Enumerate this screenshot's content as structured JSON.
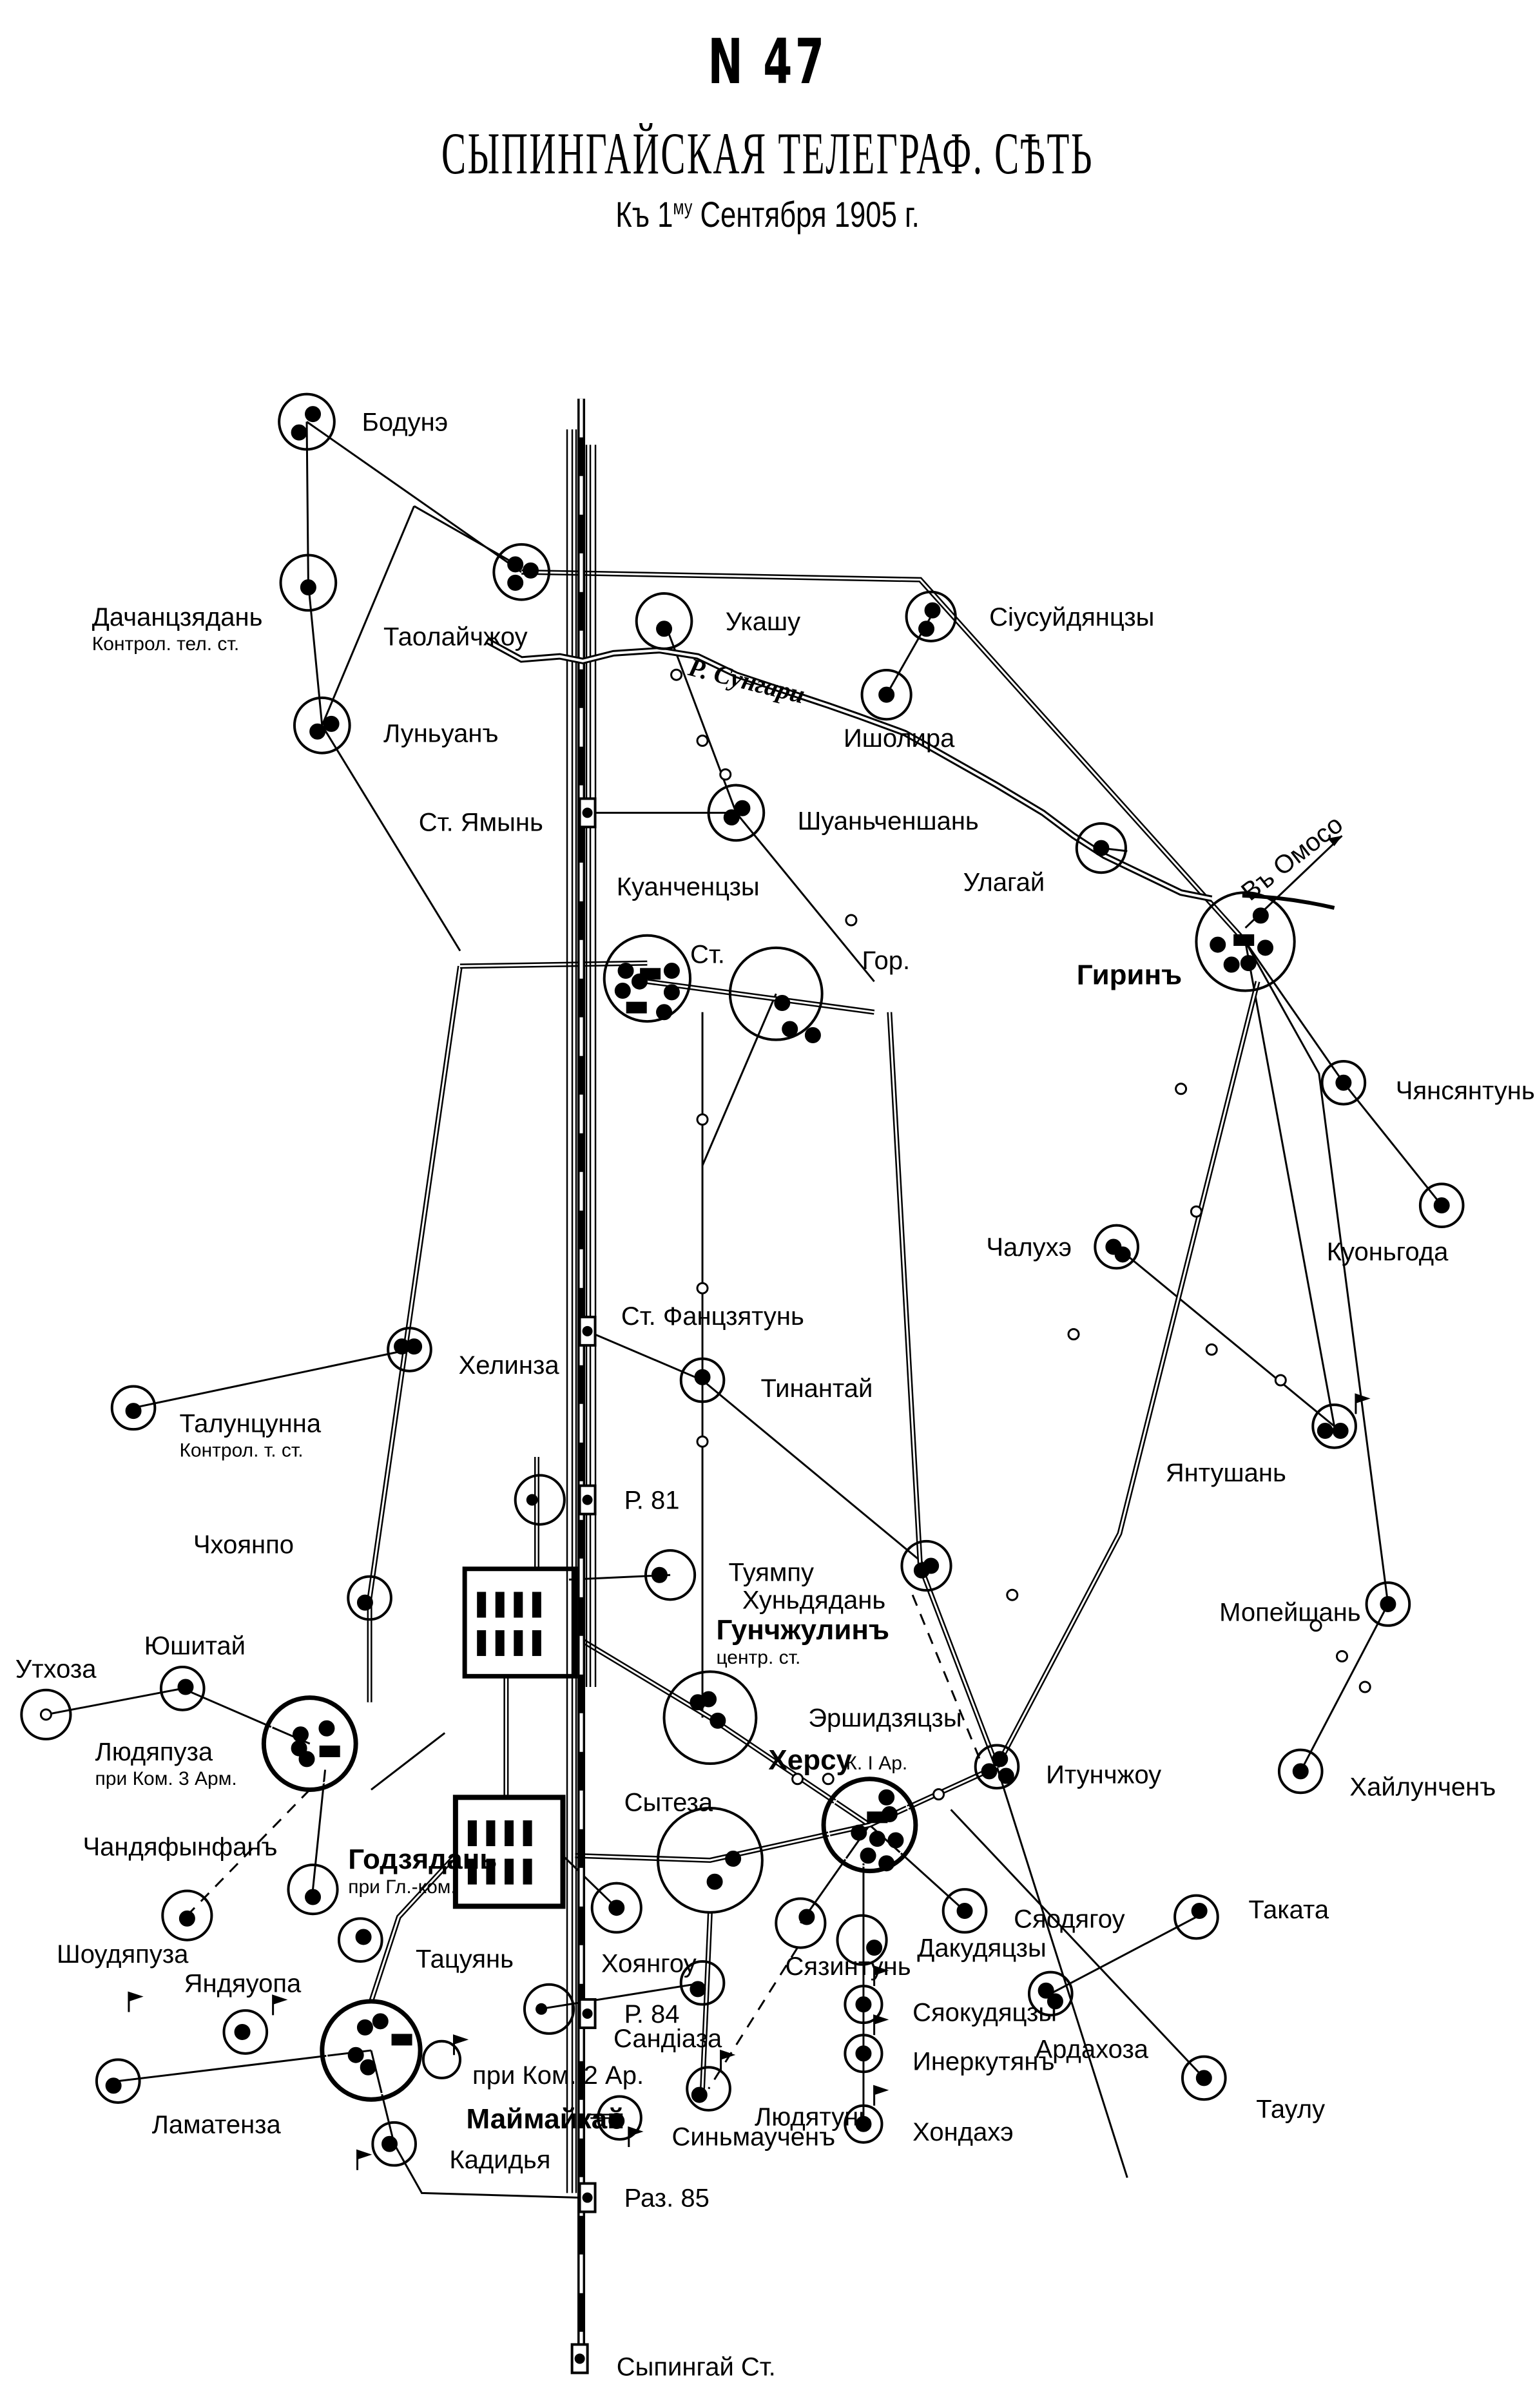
{
  "header": {
    "number": "N 47",
    "title": "СЫПИНГАЙСКАЯ ТЕЛЕГРАФ. СѢТЬ",
    "subtitle_prefix": "Къ 1",
    "subtitle_sup": "му",
    "subtitle_rest": " Сентября 1905 г."
  },
  "river": {
    "label": "Р. Сунгари"
  },
  "direction_label": "Въ Омосо",
  "stations": [
    {
      "id": "bodune",
      "name": "Бодунэ"
    },
    {
      "id": "dachan",
      "name": "Дачанцзядань",
      "sub": "Контрол. тел. ст."
    },
    {
      "id": "taolai",
      "name": "Таолайчжоу"
    },
    {
      "id": "ukashu",
      "name": "Укашу"
    },
    {
      "id": "siusu",
      "name": "Сiусуйдянцзы"
    },
    {
      "id": "isholira",
      "name": "Ишолира"
    },
    {
      "id": "lunyuan",
      "name": "Луньуанъ"
    },
    {
      "id": "yamyn",
      "name": "Ст. Ямынь"
    },
    {
      "id": "shuan",
      "name": "Шуаньченшань"
    },
    {
      "id": "ulagai",
      "name": "Улагай"
    },
    {
      "id": "girin",
      "name": "Гиринъ"
    },
    {
      "id": "kuanch",
      "name": "Куанченцзы"
    },
    {
      "id": "kuanch_st",
      "name": "Ст."
    },
    {
      "id": "kuanch_gor",
      "name": "Гор."
    },
    {
      "id": "chyans",
      "name": "Чянсянтунь"
    },
    {
      "id": "kuon",
      "name": "Куоньгода"
    },
    {
      "id": "chalukhe",
      "name": "Чалухэ"
    },
    {
      "id": "fanc",
      "name": "Ст. Фанцзятунь"
    },
    {
      "id": "tinan",
      "name": "Тинантай"
    },
    {
      "id": "khelinza",
      "name": "Хелинза"
    },
    {
      "id": "talun",
      "name": "Талунцунна",
      "sub": "Контрол. т. ст."
    },
    {
      "id": "yantu",
      "name": "Янтушань"
    },
    {
      "id": "r81",
      "name": "Р. 81"
    },
    {
      "id": "chkhoyan",
      "name": "Чхоянпо"
    },
    {
      "id": "tuyampu",
      "name": "Туямпу"
    },
    {
      "id": "khun",
      "name": "Хуньдядань"
    },
    {
      "id": "gunch",
      "name": "Гунчжулинъ",
      "sub": "центр. ст."
    },
    {
      "id": "mopei",
      "name": "Мопейшань"
    },
    {
      "id": "yushi",
      "name": "Юшитай"
    },
    {
      "id": "utkhoza",
      "name": "Утхоза"
    },
    {
      "id": "ersh",
      "name": "Эршидзяцзы"
    },
    {
      "id": "lyudyap",
      "name": "Людяпуза",
      "sub": "при Ком. 3 Арм."
    },
    {
      "id": "khersu",
      "name": "Херсу",
      "sub": "К. I Ар."
    },
    {
      "id": "itun",
      "name": "Итунчжоу"
    },
    {
      "id": "khailun",
      "name": "Хайлунченъ"
    },
    {
      "id": "syteza",
      "name": "Сытеза"
    },
    {
      "id": "godz",
      "name": "Годзядань",
      "sub": "при Гл.-ком."
    },
    {
      "id": "chandya",
      "name": "Чандяфынфанъ"
    },
    {
      "id": "syaod",
      "name": "Сяодягоу"
    },
    {
      "id": "takata",
      "name": "Таката"
    },
    {
      "id": "shoud",
      "name": "Шоудяпуза"
    },
    {
      "id": "khoyan",
      "name": "Хоянгоу"
    },
    {
      "id": "tatsu",
      "name": "Тацуянь"
    },
    {
      "id": "syazin",
      "name": "Сязинтунь"
    },
    {
      "id": "dakud",
      "name": "Дакудяцзы"
    },
    {
      "id": "yandya",
      "name": "Яндяуопа"
    },
    {
      "id": "r84",
      "name": "Р. 84"
    },
    {
      "id": "sandi",
      "name": "Сандiаза"
    },
    {
      "id": "syaok",
      "name": "Сяокудяцзы"
    },
    {
      "id": "ardakh",
      "name": "Ардахоза"
    },
    {
      "id": "prikom2",
      "name": "при Ком. 2 Ар."
    },
    {
      "id": "inerk",
      "name": "Инеркутянъ"
    },
    {
      "id": "lamat",
      "name": "Ламатенза"
    },
    {
      "id": "maim",
      "name": "Маймайкай"
    },
    {
      "id": "taulu",
      "name": "Таулу"
    },
    {
      "id": "lyudyat",
      "name": "Людятунь"
    },
    {
      "id": "khonda",
      "name": "Хондахэ"
    },
    {
      "id": "sinma",
      "name": "Синьмаученъ"
    },
    {
      "id": "kadid",
      "name": "Кадидья"
    },
    {
      "id": "raz85",
      "name": "Раз. 85"
    },
    {
      "id": "sypin",
      "name": "Сыпингай Ст."
    }
  ]
}
